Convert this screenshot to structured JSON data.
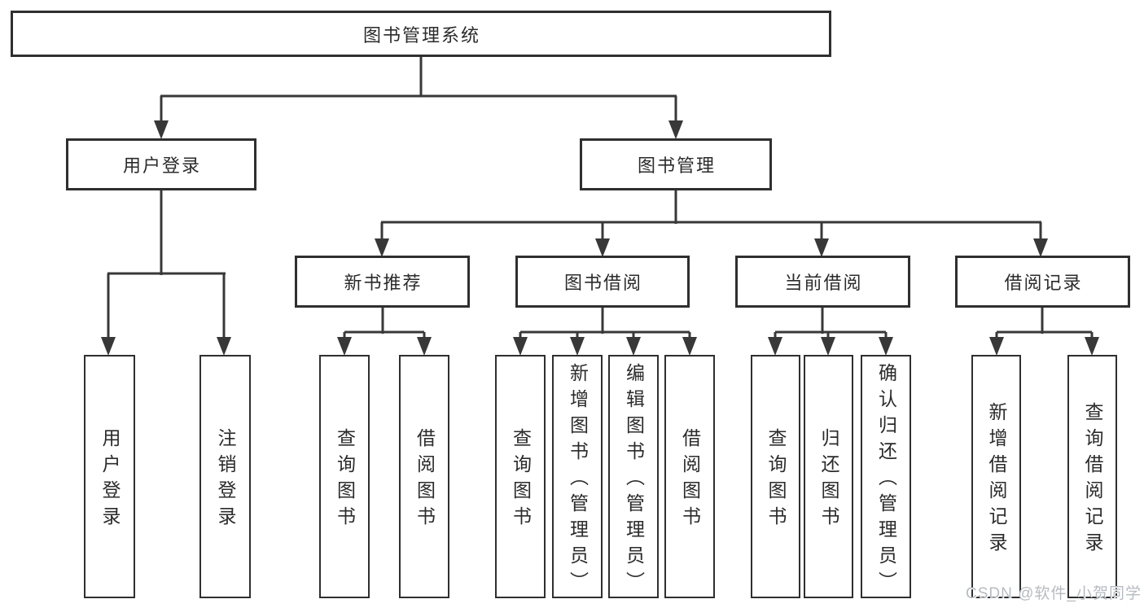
{
  "diagram": {
    "root": "图书管理系统",
    "branches": [
      {
        "label": "用户登录",
        "children": [
          "用户登录",
          "注销登录"
        ]
      },
      {
        "label": "图书管理",
        "children": [
          {
            "label": "新书推荐",
            "children": [
              "查询图书",
              "借阅图书"
            ]
          },
          {
            "label": "图书借阅",
            "children": [
              "查询图书",
              "新增图书（管理员）",
              "编辑图书（管理员）",
              "借阅图书"
            ]
          },
          {
            "label": "当前借阅",
            "children": [
              "查询图书",
              "归还图书",
              "确认归还（管理员）"
            ]
          },
          {
            "label": "借阅记录",
            "children": [
              "新增借阅记录",
              "查询借阅记录"
            ]
          }
        ]
      }
    ]
  },
  "watermark": "CSDN @软件_小贺同学",
  "colors": {
    "line": "#383838",
    "border": "#2f2f2f",
    "text": "#2b2b2b",
    "watermark": "#b6bcc2",
    "background": "#ffffff"
  }
}
